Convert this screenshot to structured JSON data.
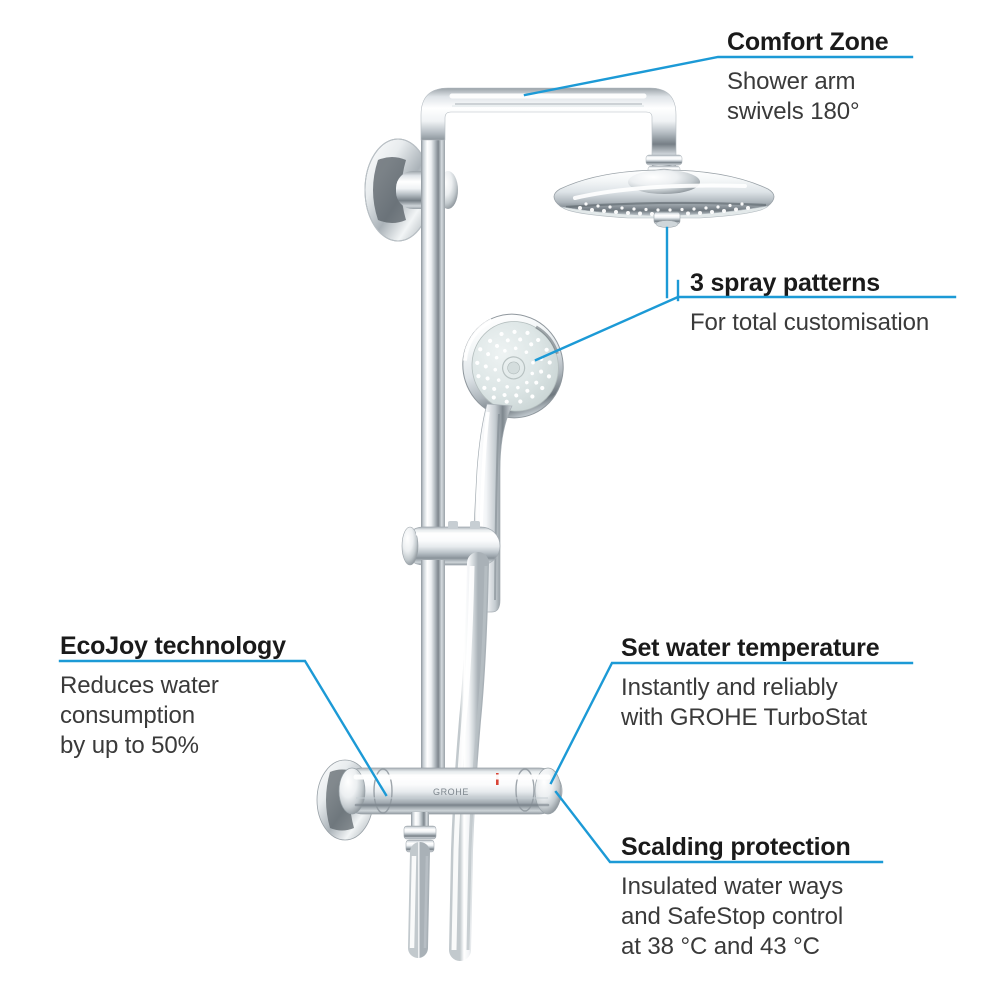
{
  "product": {
    "name": "GROHE thermostatic shower system",
    "accent_color": "#1c9ad6",
    "chrome_color": "#c9ced3",
    "spray_face_color": "#dfe7e7",
    "logo_text": "GROHE"
  },
  "callouts": [
    {
      "id": "comfort-zone",
      "title": "Comfort Zone",
      "lines": [
        "Shower arm",
        "swivels 180°"
      ]
    },
    {
      "id": "spray-patterns",
      "title": "3 spray patterns",
      "lines": [
        "For total customisation"
      ]
    },
    {
      "id": "ecojoy",
      "title": "EcoJoy technology",
      "lines": [
        "Reduces water",
        "consumption",
        "by up to 50%"
      ]
    },
    {
      "id": "set-water-temperature",
      "title": "Set water temperature",
      "lines": [
        "Instantly and reliably",
        "with GROHE TurboStat"
      ]
    },
    {
      "id": "scalding-protection",
      "title": "Scalding protection",
      "lines": [
        "Insulated water ways",
        "and SafeStop control",
        "at 38 °C and 43 °C"
      ]
    }
  ]
}
